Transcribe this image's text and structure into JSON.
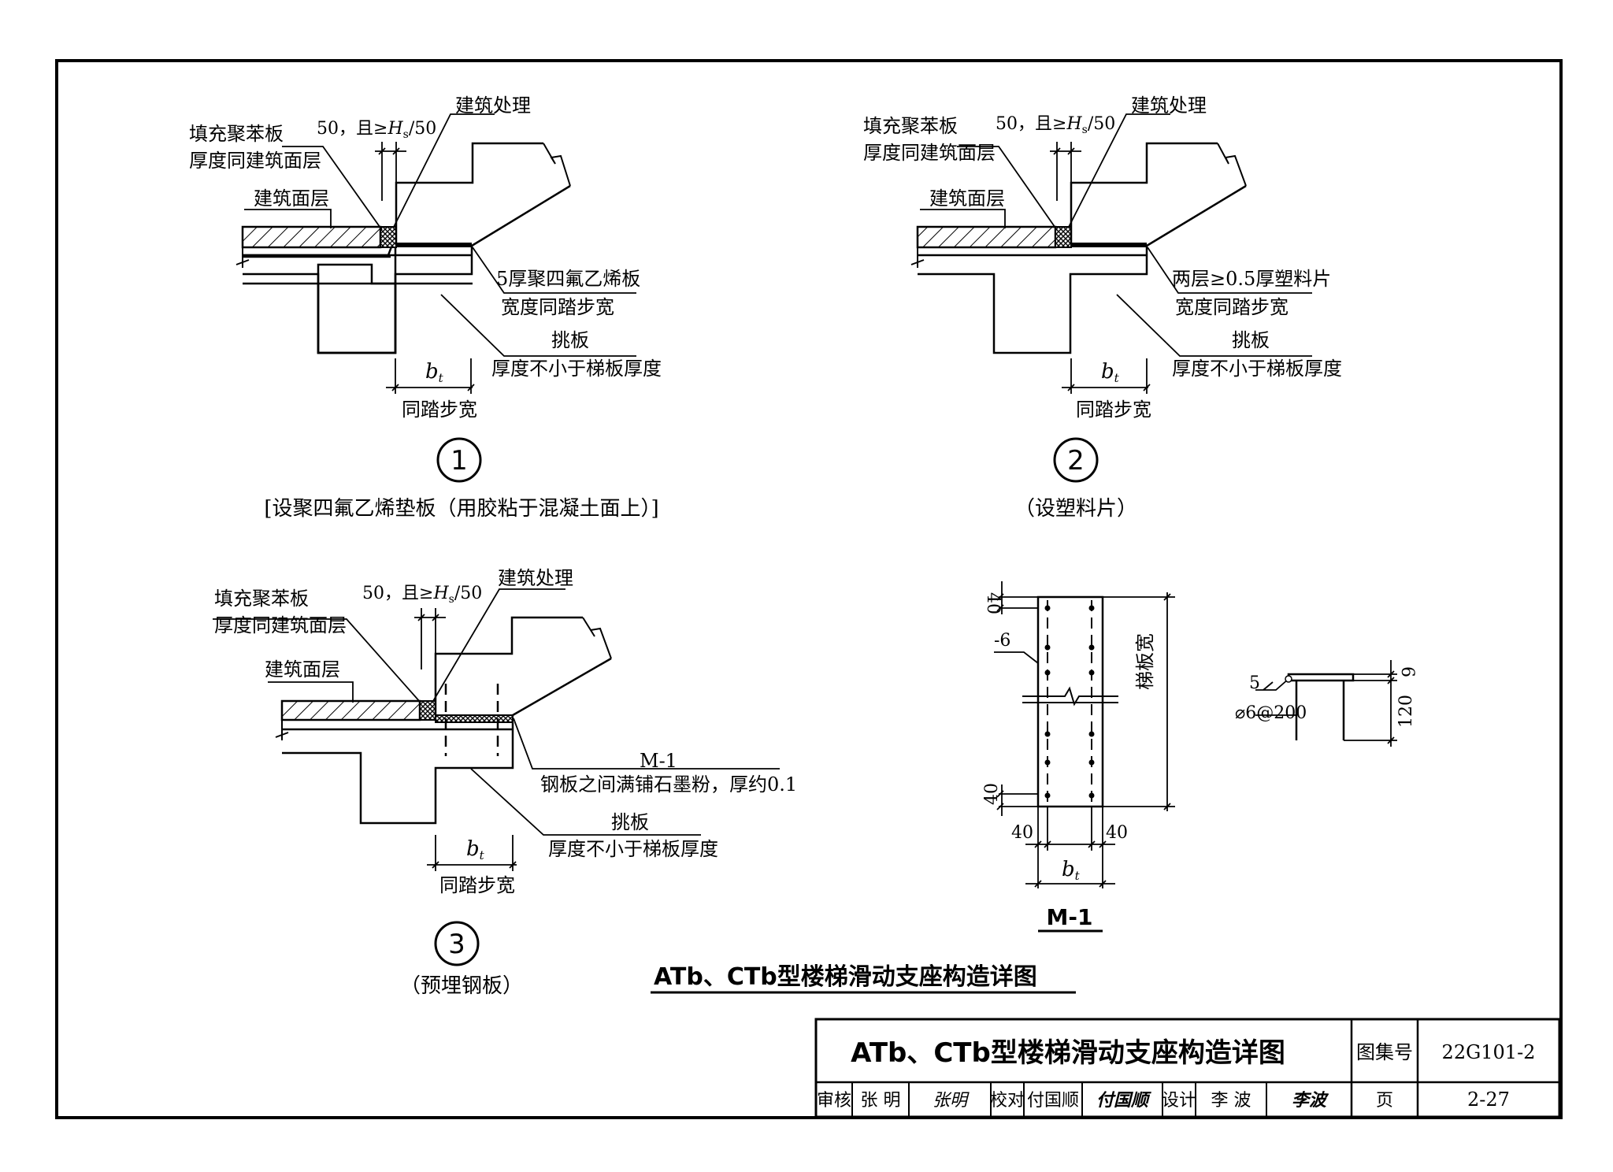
{
  "detail1": {
    "label_fill_1": "填充聚苯板",
    "label_fill_2": "厚度同建筑面层",
    "label_gap": "50，且≥",
    "label_gap_hs": "H",
    "label_gap_sub": "s",
    "label_gap_tail": "/50",
    "label_arch": "建筑处理",
    "label_surface": "建筑面层",
    "label_pad_1": "5厚聚四氟乙烯板",
    "label_pad_2": "宽度同踏步宽",
    "label_slab_1": "挑板",
    "label_slab_2": "厚度不小于梯板厚度",
    "dim_b": "b",
    "dim_b_sub": "t",
    "dim_text": "同踏步宽",
    "number": "1",
    "caption": "[设聚四氟乙烯垫板（用胶粘于混凝土面上）]"
  },
  "detail2": {
    "label_fill_1": "填充聚苯板",
    "label_fill_2": "厚度同建筑面层",
    "label_gap": "50，且≥",
    "label_gap_hs": "H",
    "label_gap_sub": "s",
    "label_gap_tail": "/50",
    "label_arch": "建筑处理",
    "label_surface": "建筑面层",
    "label_pad_1": "两层≥0.5厚塑料片",
    "label_pad_2": "宽度同踏步宽",
    "label_slab_1": "挑板",
    "label_slab_2": "厚度不小于梯板厚度",
    "dim_b": "b",
    "dim_b_sub": "t",
    "dim_text": "同踏步宽",
    "number": "2",
    "caption": "（设塑料片）"
  },
  "detail3": {
    "label_fill_1": "填充聚苯板",
    "label_fill_2": "厚度同建筑面层",
    "label_gap": "50，且≥",
    "label_gap_hs": "H",
    "label_gap_sub": "s",
    "label_gap_tail": "/50",
    "label_arch": "建筑处理",
    "label_surface": "建筑面层",
    "label_m1": "M-1",
    "label_m1_note": "钢板之间满铺石墨粉，厚约0.1",
    "label_slab_1": "挑板",
    "label_slab_2": "厚度不小于梯板厚度",
    "dim_b": "b",
    "dim_b_sub": "t",
    "dim_text": "同踏步宽",
    "number": "3",
    "caption": "（预埋钢板）"
  },
  "m1": {
    "dim_top": "40",
    "dim_bottom": "40",
    "dim_left": "40",
    "dim_right": "40",
    "plate": "-6",
    "width_label": "梯板宽",
    "dim_b": "b",
    "dim_b_sub": "t",
    "title": "M-1",
    "weld": "5",
    "bar": "⌀6@200",
    "dim_6": "6",
    "dim_120": "120"
  },
  "figure_title": "ATb、CTb型楼梯滑动支座构造详图",
  "title_block": {
    "title": "ATb、CTb型楼梯滑动支座构造详图",
    "atlas_label": "图集号",
    "atlas_no": "22G101-2",
    "review_label": "审核",
    "reviewer": "张 明",
    "reviewer_sig": "张明",
    "check_label": "校对",
    "checker": "付国顺",
    "checker_sig": "付国顺",
    "design_label": "设计",
    "designer": "李 波",
    "designer_sig": "李波",
    "page_label": "页",
    "page_no": "2-27"
  }
}
